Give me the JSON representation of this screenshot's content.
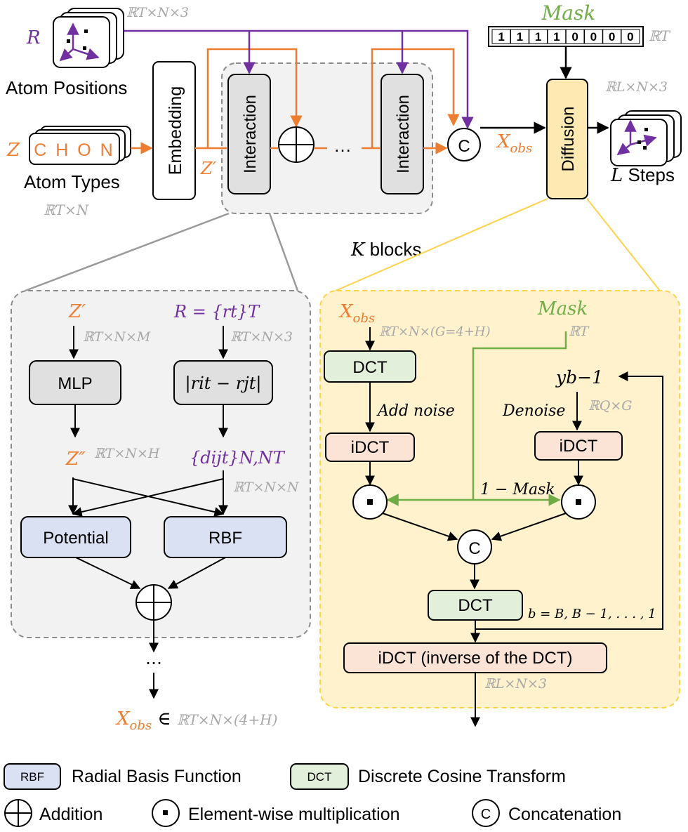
{
  "colors": {
    "orange": "#ed7d31",
    "purple": "#7030a0",
    "green": "#70ad47",
    "gray_dim": "#a8a8a8",
    "interaction_fill": "#e0e0e0",
    "diffusion_fill": "#fde9b1",
    "yellow_panel": "#fff2cc",
    "yellow_border": "#ffd24c",
    "gray_panel": "#f2f2f2",
    "blue_box": "#d9e1f2",
    "green_box": "#e2efda",
    "pink_box": "#fbe3d6"
  },
  "icons": [
    "axis-frame-icon",
    "circle-plus-icon",
    "circle-dot-icon",
    "circle-c-icon"
  ],
  "top": {
    "r_symbol": "R",
    "positions_dim": "ℝT×N×3",
    "atom_positions_label": "Atom Positions",
    "z_symbol": "Z",
    "chon_text": "C H O N",
    "atom_types_label": "Atom Types",
    "types_dim": "ℝT×N",
    "embedding_label": "Embedding",
    "z_prime": "Z′",
    "interaction_label": "Interaction",
    "ellipsis": "…",
    "concat_symbol": "C",
    "x_obs": "X",
    "x_obs_sub": "obs",
    "k_blocks": "K",
    "k_blocks_suffix": " blocks",
    "mask_title": "Mask",
    "mask_bits": [
      "1",
      "1",
      "1",
      "1",
      "0",
      "0",
      "0",
      "0"
    ],
    "mask_dim": "ℝT",
    "diffusion_label": "Diffusion",
    "out_dim": "ℝL×N×3",
    "l_steps": "L",
    "l_steps_suffix": " Steps"
  },
  "left_panel": {
    "z_prime": "Z′",
    "z_dim": "ℝT×N×M",
    "r_eq": "R = {rt}T",
    "r_dim": "ℝT×N×3",
    "mlp_label": "MLP",
    "dist_label": "|rit − rjt|",
    "z_double_prime": "Z″",
    "z2_dim": "ℝT×N×H",
    "d_set": "{dijt}N,NT",
    "d_dim": "ℝT×N×N",
    "potential_label": "Potential",
    "rbf_label": "RBF",
    "ellipsis": "⋯",
    "x_obs": "X",
    "x_obs_sub": "obs",
    "x_obs_in": " ∈ ",
    "x_obs_dim": "ℝT×N×(4+H)"
  },
  "right_panel": {
    "x_obs": "X",
    "x_obs_sub": "obs",
    "x_dim": "ℝT×N×(G=4+H)",
    "mask_label": "Mask",
    "mask_dim": "ℝT",
    "dct_label": "DCT",
    "add_noise": "Add noise",
    "idct_label": "iDCT",
    "y_label": "yb−1",
    "denoise": "Denoise",
    "denoise_dim": "ℝQ×G",
    "one_minus_mask": "1 − Mask",
    "dct2_label": "DCT",
    "b_range": "b = B, B − 1, . . . , 1",
    "idct_inverse": "iDCT (inverse of the DCT)",
    "out_dim": "ℝL×N×3"
  },
  "legend": {
    "rbf_box": "RBF",
    "rbf_text": "Radial Basis Function",
    "dct_box": "DCT",
    "dct_text": "Discrete Cosine Transform",
    "add_text": "Addition",
    "mul_text": "Element-wise multiplication",
    "concat_text": "Concatenation"
  }
}
